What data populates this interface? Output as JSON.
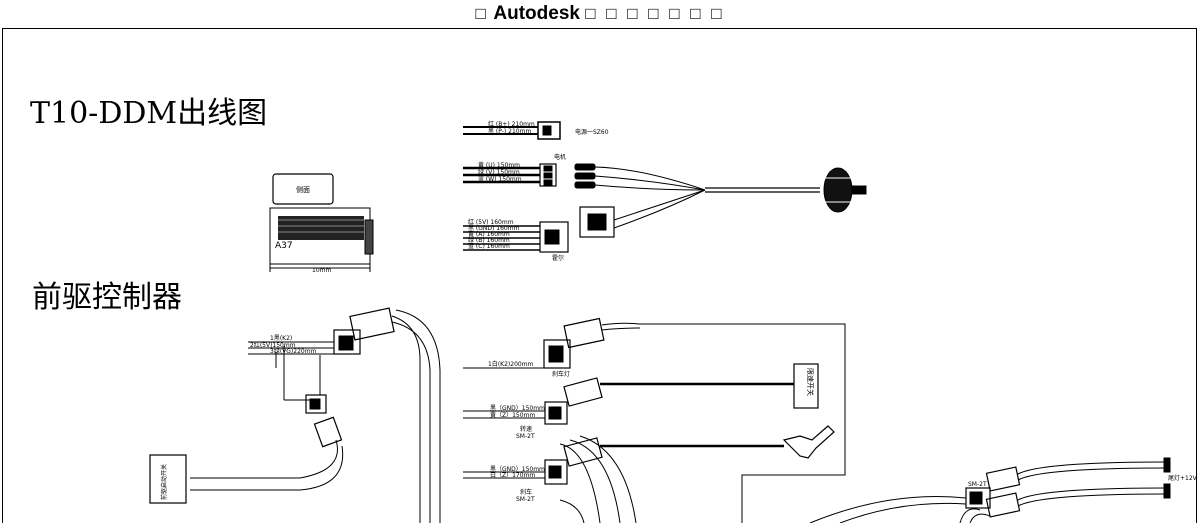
{
  "window": {
    "title_prefix": "□",
    "title_app": "Autodesk",
    "title_suffix": "□ □ □ □ □ □ □"
  },
  "diagram": {
    "heading_main": "T10-DDM出线图",
    "heading_section": "前驱控制器",
    "controller": {
      "top_box_label": "侧面",
      "body_label": "A37",
      "dim_label": "10mm"
    },
    "motor_group": {
      "hall_wires": [
        "红 (B+) 210mm",
        "黑 (P-) 210mm"
      ],
      "hall_label": "电源一SZ60",
      "phase_title": "电机",
      "phase_wires": [
        "黄 (U) 150mm",
        "绿 (V) 150mm",
        "蓝 (W) 150mm"
      ],
      "sensor_wires": [
        "红 (5V) 160mm",
        "黑 (GND) 160mm",
        "黄 (A) 160mm",
        "绿 (B) 160mm",
        "蓝 (C) 160mm"
      ],
      "sensor_label": "霍尔"
    },
    "left_group": {
      "wires": [
        "1黑(K2)",
        "2红(5V)150mm",
        "3绿(VG)220mm"
      ],
      "switch_label": "前驱启动开关"
    },
    "middle_group": {
      "lead_wire": "1白(K2)200mm",
      "lead_label": "刹车灯",
      "speed_wires": [
        "黑（GND）150mm",
        "黄（Z）150mm"
      ],
      "speed_label": "转速",
      "speed_model": "SM-2T",
      "brake_wires": [
        "黑（GND）150mm",
        "白（Z）170mm"
      ],
      "brake_label": "刹车",
      "brake_model": "SM-2T",
      "switch_box_label": "限速开关"
    },
    "right_group": {
      "connector_model": "SM-2T",
      "light_label": "尾灯+12V"
    }
  }
}
